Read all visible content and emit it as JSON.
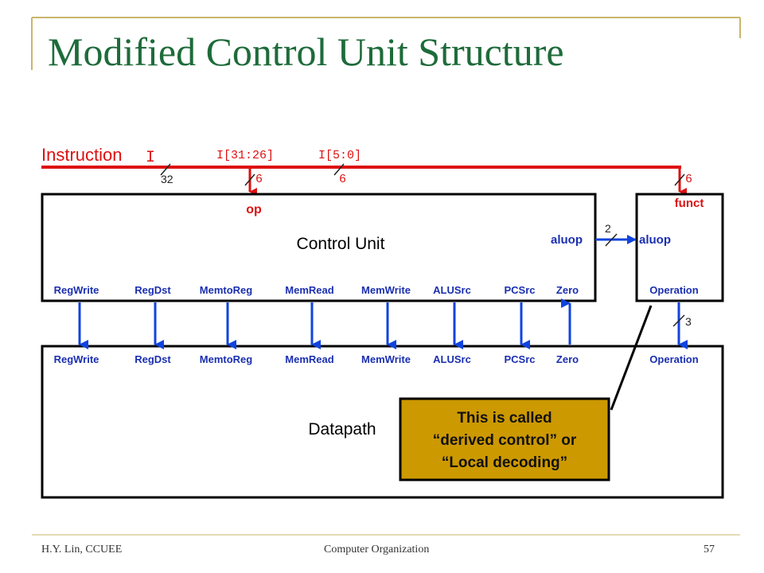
{
  "slide": {
    "title": "Modified Control Unit Structure",
    "footer_left": "H.Y. Lin, CCUEE",
    "footer_center": "Computer Organization",
    "footer_right": "57"
  },
  "colors": {
    "title": "#1e6b3a",
    "instruction_bus": "#dd1111",
    "control_arrows": "#1144dd",
    "signal_label": "#1a2fb0",
    "callout_fill": "#cc9900",
    "accent_lines": "#c9b66b"
  },
  "diagram": {
    "instruction_label": "Instruction",
    "instruction_var": "I",
    "bus_width": "32",
    "op_field": "I[31:26]",
    "funct_field": "I[5:0]",
    "op_width": "6",
    "funct_width_mid": "6",
    "funct_width": "6",
    "op_label": "op",
    "funct_label": "funct",
    "control_unit_label": "Control Unit",
    "datapath_label": "Datapath",
    "aluop_out": "aluop",
    "aluop_in": "aluop",
    "aluop_width": "2",
    "operation_width": "3",
    "control_signals": [
      "RegWrite",
      "RegDst",
      "MemtoReg",
      "MemRead",
      "MemWrite",
      "ALUSrc",
      "PCSrc",
      "Zero"
    ],
    "operation_label": "Operation"
  },
  "callout": {
    "line1": "This is called",
    "line2": "“derived control” or",
    "line3": "“Local decoding”"
  }
}
